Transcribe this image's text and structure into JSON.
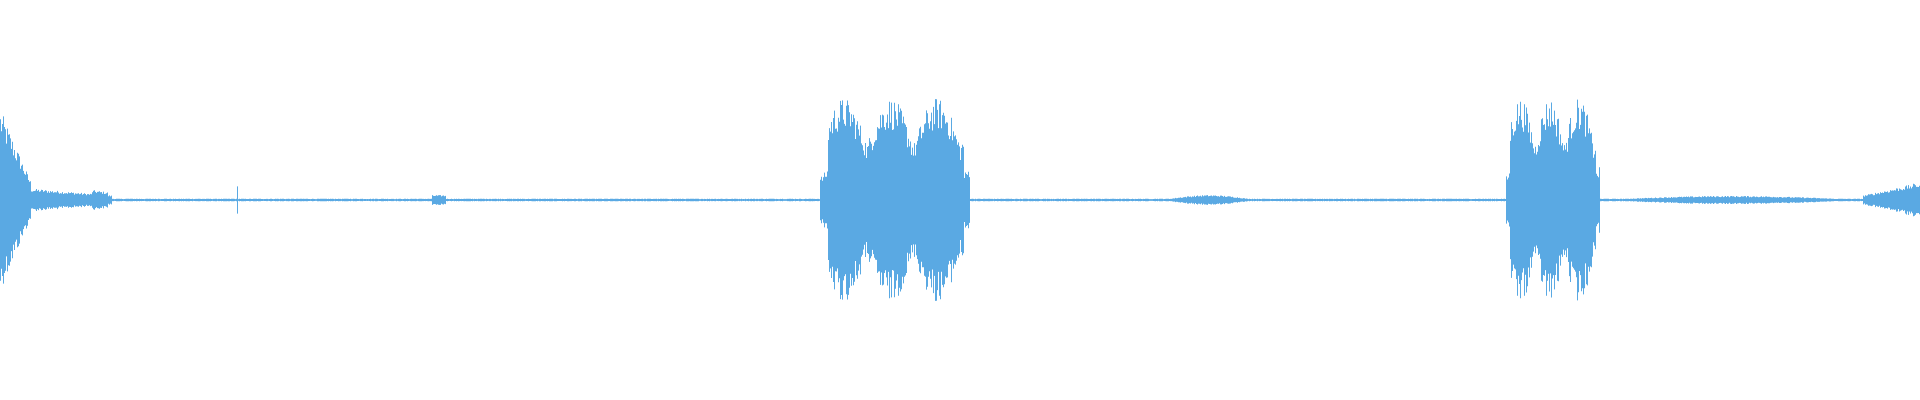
{
  "waveform": {
    "color": "#5aa9e3",
    "background": "#ffffff",
    "duration_fraction_bursts": [
      {
        "start": 0.0,
        "end": 0.016,
        "level": 0.55,
        "kind": "decay"
      },
      {
        "start": 0.016,
        "end": 0.058,
        "level": 0.07,
        "kind": "fade"
      },
      {
        "start": 0.123,
        "end": 0.1235,
        "level": 0.09,
        "kind": "tick"
      },
      {
        "start": 0.225,
        "end": 0.232,
        "level": 0.03,
        "kind": "tick"
      },
      {
        "start": 0.427,
        "end": 0.505,
        "level": 0.62,
        "kind": "speech"
      },
      {
        "start": 0.605,
        "end": 0.654,
        "level": 0.03,
        "kind": "noise"
      },
      {
        "start": 0.784,
        "end": 0.833,
        "level": 0.62,
        "kind": "speech"
      },
      {
        "start": 0.833,
        "end": 0.97,
        "level": 0.025,
        "kind": "noise"
      },
      {
        "start": 0.97,
        "end": 1.0,
        "level": 0.09,
        "kind": "rise"
      }
    ],
    "baseline_level": 0.008
  }
}
